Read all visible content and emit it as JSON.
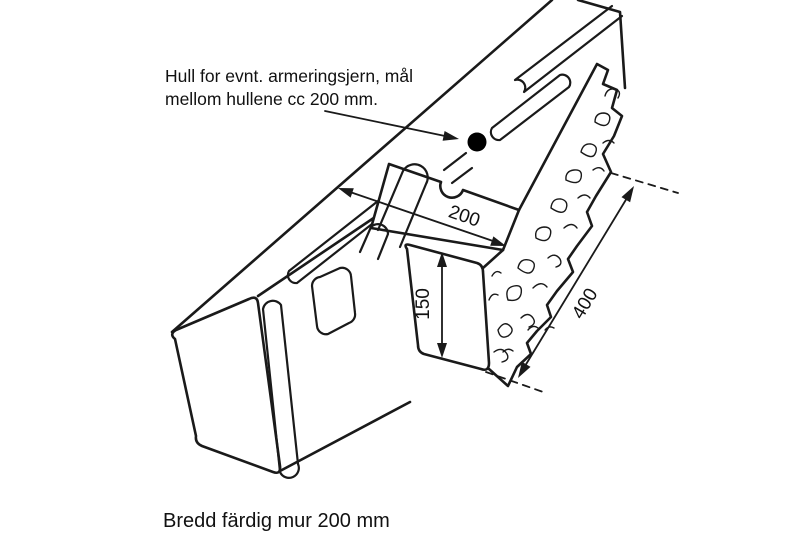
{
  "figure": {
    "annotation": {
      "line1": "Hull for evnt. armeringsjern, mål",
      "line2": "mellom hullene cc 200 mm."
    },
    "caption": "Bredd färdig mur 200 mm",
    "dimensions": {
      "top_width": "200",
      "end_height": "150",
      "block_length": "400"
    },
    "colors": {
      "line": "#1a1a1a",
      "hole_fill": "#000000",
      "background": "#ffffff"
    }
  }
}
